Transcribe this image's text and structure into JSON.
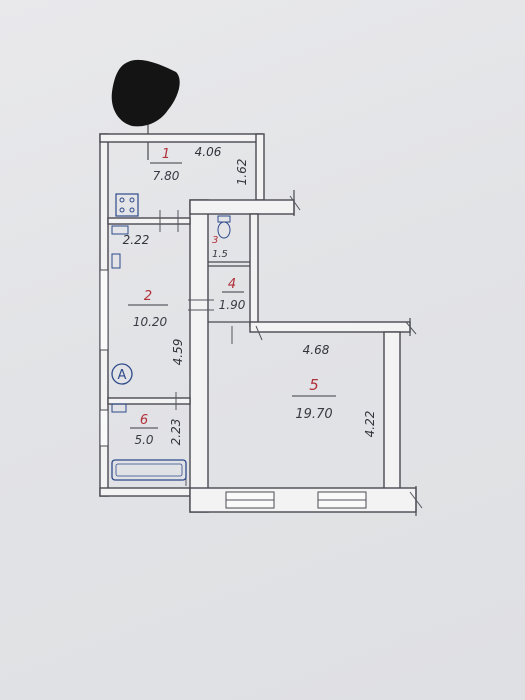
{
  "rooms": [
    {
      "number": "1",
      "area": "7.80"
    },
    {
      "number": "2",
      "area": "10.20"
    },
    {
      "number": "3",
      "area": "1.5"
    },
    {
      "number": "4",
      "area": "1.90"
    },
    {
      "number": "5",
      "area": "19.70"
    },
    {
      "number": "6",
      "area": "5.0"
    }
  ],
  "dimensions": {
    "room1_width": "4.06",
    "room1_depth": "1.62",
    "room2_width": "2.22",
    "room2_length": "4.59",
    "room5_width": "4.68",
    "room5_length": "4.22",
    "room6_length": "2.23"
  },
  "symbols": {
    "gas_marker": "A"
  }
}
